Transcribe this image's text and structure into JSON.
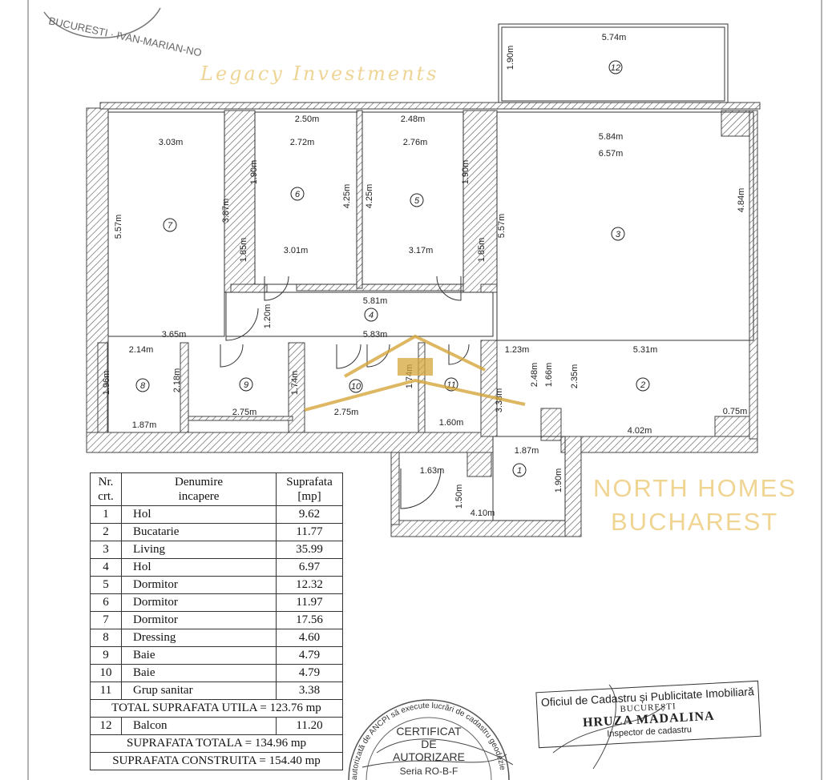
{
  "stamps": {
    "top_left": "BUCURESTI · IVAN-MARIAN-NO",
    "certificate": {
      "ring": "autorizată de ANCPI să execute lucrări de cadastru geodezie",
      "lines": [
        "CERTIFICAT",
        "DE",
        "AUTORIZARE",
        "Seria RO-B-F"
      ]
    },
    "office": {
      "line1": "Oficiul de Cadastru și Publicitate Imobiliară",
      "line2": "BUCUREȘTI",
      "line3": "HRUZA MADALINA",
      "line4": "Inspector de cadastru"
    }
  },
  "watermark": {
    "script": "Legacy Investments",
    "brand_line1": "NORTH HOMES",
    "brand_line2": "BUCHAREST",
    "color": "#e6b94a"
  },
  "plan": {
    "room_numbers": [
      "1",
      "2",
      "3",
      "4",
      "5",
      "6",
      "7",
      "8",
      "9",
      "10",
      "11",
      "12"
    ],
    "dimensions": [
      "2.50m",
      "2.48m",
      "3.03m",
      "2.72m",
      "2.76m",
      "1.90m",
      "1.90m",
      "4.25m",
      "4.25m",
      "3.87m",
      "5.57m",
      "1.85m",
      "1.85m",
      "3.01m",
      "3.17m",
      "5.81m",
      "1.20m",
      "3.65m",
      "5.83m",
      "2.14m",
      "1.96m",
      "2.18m",
      "1.74m",
      "1.74m",
      "2.75m",
      "2.75m",
      "1.87m",
      "1.60m",
      "3.38m",
      "1.63m",
      "1.50m",
      "4.10m",
      "1.87m",
      "1.90m",
      "5.74m",
      "1.90m",
      "5.84m",
      "6.57m",
      "5.57m",
      "4.84m",
      "1.23m",
      "5.31m",
      "2.48m",
      "1.66m",
      "2.35m",
      "0.75m",
      "4.02m"
    ]
  },
  "table": {
    "headers": [
      [
        "Nr.",
        "crt."
      ],
      [
        "Denumire",
        "incapere"
      ],
      [
        "Suprafata",
        "[mp]"
      ]
    ],
    "rows": [
      {
        "nr": "1",
        "name": "Hol",
        "area": "9.62"
      },
      {
        "nr": "2",
        "name": "Bucatarie",
        "area": "11.77"
      },
      {
        "nr": "3",
        "name": "Living",
        "area": "35.99"
      },
      {
        "nr": "4",
        "name": "Hol",
        "area": "6.97"
      },
      {
        "nr": "5",
        "name": "Dormitor",
        "area": "12.32"
      },
      {
        "nr": "6",
        "name": "Dormitor",
        "area": "11.97"
      },
      {
        "nr": "7",
        "name": "Dormitor",
        "area": "17.56"
      },
      {
        "nr": "8",
        "name": "Dressing",
        "area": "4.60"
      },
      {
        "nr": "9",
        "name": "Baie",
        "area": "4.79"
      },
      {
        "nr": "10",
        "name": "Baie",
        "area": "4.79"
      },
      {
        "nr": "11",
        "name": "Grup sanitar",
        "area": "3.38"
      }
    ],
    "total_utila": "TOTAL SUPRAFATA UTILA = 123.76 mp",
    "balcon": {
      "nr": "12",
      "name": "Balcon",
      "area": "11.20"
    },
    "total": "SUPRAFATA TOTALA = 134.96 mp",
    "construita": "SUPRAFATA CONSTRUITA = 154.40 mp"
  }
}
